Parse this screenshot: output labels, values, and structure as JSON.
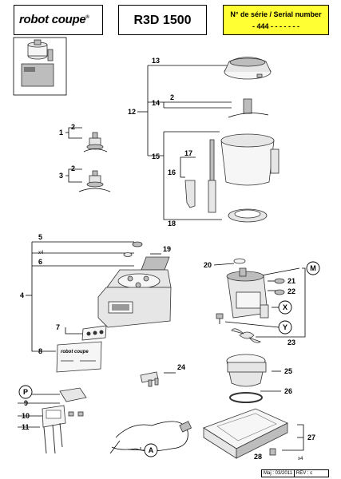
{
  "header": {
    "brand": "robot coupe",
    "brand_mark": "®",
    "model": "R3D 1500",
    "serial_label": "N° de série / Serial number",
    "serial_value": "- 444 - - - - -   - -"
  },
  "parts": {
    "p1": "1",
    "p2a": "2",
    "p3": "3",
    "p2b": "2",
    "p4": "4",
    "p5": "5",
    "p6": "6",
    "p7": "7",
    "p8": "8",
    "p9": "9",
    "p10": "10",
    "p11": "11",
    "p12": "12",
    "p13": "13",
    "p2c": "2",
    "p14": "14",
    "p15": "15",
    "p16": "16",
    "p17": "17",
    "p18": "18",
    "p19": "19",
    "p20": "20",
    "p21": "21",
    "p22": "22",
    "p23": "23",
    "p24": "24",
    "p25": "25",
    "p26": "26",
    "p27": "27",
    "p28": "28"
  },
  "callouts": {
    "M": "M",
    "X": "X",
    "Y": "Y",
    "P": "P",
    "A": "A"
  },
  "quantities": {
    "x4_top": "x4",
    "x4_bottom": "x4"
  },
  "footer": {
    "date": "Maj : 03/2011",
    "rev": "REV : c"
  }
}
